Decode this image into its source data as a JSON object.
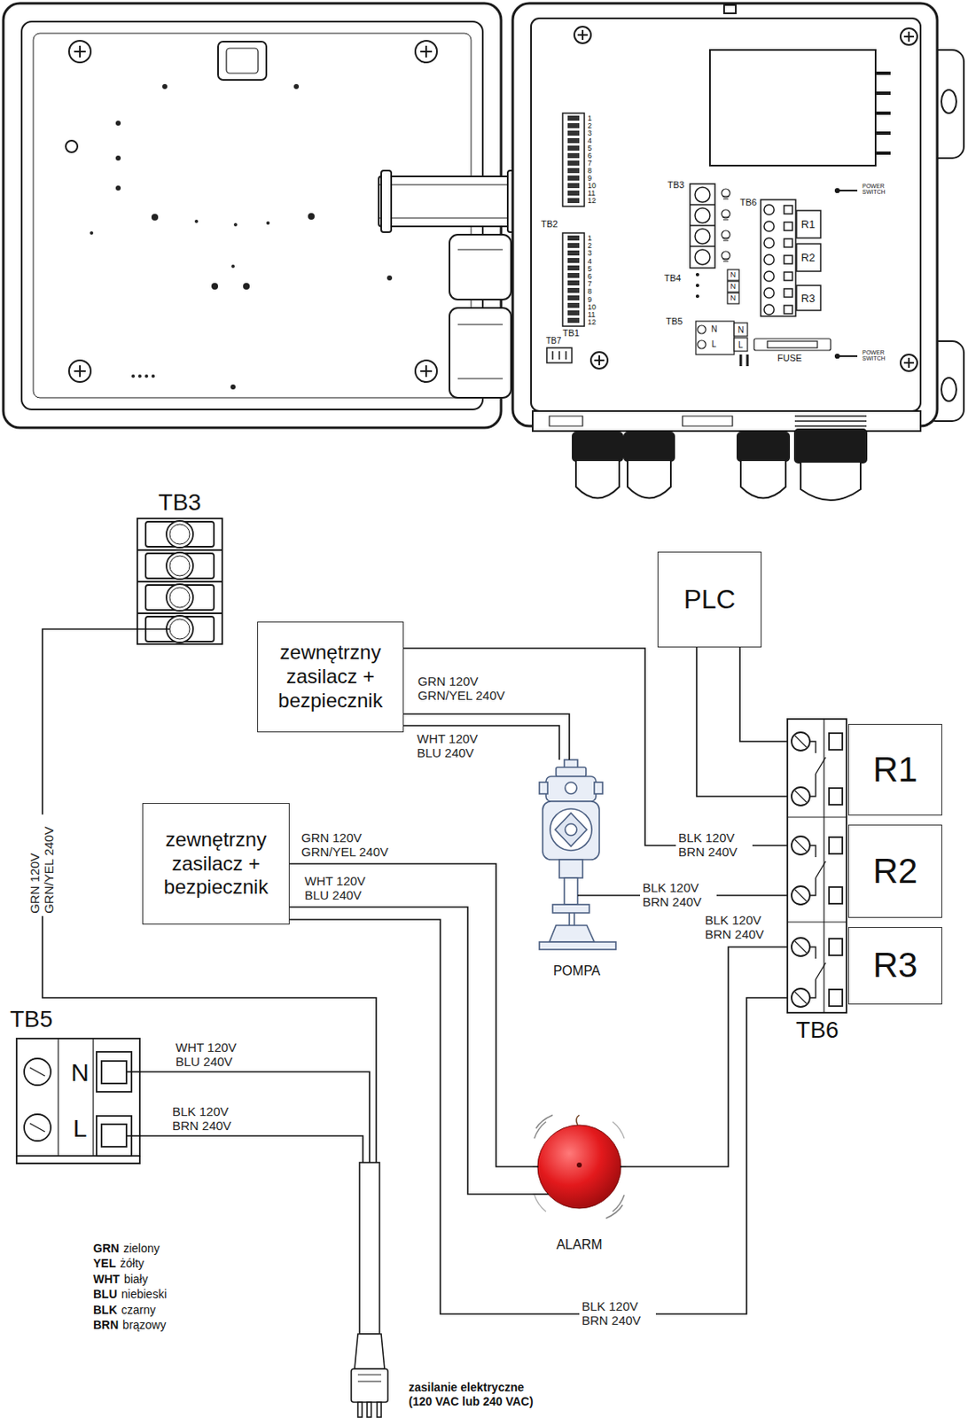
{
  "diagram": {
    "nodes": [
      {
        "text": [
          "TB3"
        ]
      },
      {
        "text": [
          "zewnętrzny zasilacz + bezpiecznik"
        ]
      },
      {
        "text": [
          "PLC"
        ]
      },
      {
        "text": [
          "zewnętrzny zasilacz + bezpiecznik"
        ]
      },
      {
        "text": [
          "POMPA"
        ]
      },
      {
        "text": [
          "TB6"
        ]
      },
      {
        "text": [
          "R1"
        ]
      },
      {
        "text": [
          "R2"
        ]
      },
      {
        "text": [
          "R3"
        ]
      },
      {
        "text": [
          "TB5",
          "N",
          "L"
        ]
      },
      {
        "text": [
          "ALARM"
        ]
      },
      {
        "text": [
          "zasilanie elektryczne (120 VAC lub 240 VAC)"
        ]
      }
    ],
    "edges": [
      {
        "from": 0,
        "to": 11,
        "label": "GRN 120V GRN/YEL 240V",
        "arrow": "none"
      },
      {
        "from": 1,
        "to": 5,
        "label": "BLK 120V BRN 240V",
        "arrow": "none"
      },
      {
        "from": 1,
        "to": 4,
        "label": "GRN 120V GRN/YEL 240V",
        "arrow": "none"
      },
      {
        "from": 1,
        "to": 4,
        "label": "WHT 120V BLU 240V",
        "arrow": "none"
      },
      {
        "from": 2,
        "to": 5,
        "arrow": "none"
      },
      {
        "from": 2,
        "to": 5,
        "arrow": "none"
      },
      {
        "from": 4,
        "to": 5,
        "label": "BLK 120V BRN 240V",
        "arrow": "none"
      },
      {
        "from": 3,
        "to": 10,
        "label": "GRN 120V GRN/YEL 240V",
        "arrow": "none"
      },
      {
        "from": 3,
        "to": 10,
        "label": "WHT 120V BLU 240V",
        "arrow": "none"
      },
      {
        "from": 10,
        "to": 5,
        "label": "BLK 120V BRN 240V",
        "arrow": "none"
      },
      {
        "from": 3,
        "to": 5,
        "label": "BLK 120V BRN 240V",
        "arrow": "none"
      },
      {
        "from": 9,
        "to": 11,
        "label": "WHT 120V BLU 240V",
        "arrow": "none"
      },
      {
        "from": 9,
        "to": 11,
        "label": "BLK 120V BRN 240V",
        "arrow": "none"
      }
    ],
    "labels": [
      "1",
      "2",
      "3",
      "4",
      "5",
      "6",
      "7",
      "8",
      "9",
      "10",
      "11",
      "12",
      "TB2",
      "1",
      "2",
      "3",
      "4",
      "5",
      "6",
      "7",
      "8",
      "9",
      "10",
      "11",
      "12",
      "TB1",
      "TB7",
      "TB3",
      "TB6",
      "R1",
      "R2",
      "R3",
      "TB4",
      "N",
      "N",
      "N",
      "TB5",
      "N",
      "L",
      "N",
      "L",
      "FUSE",
      "POWER SWITCH",
      "POWER SWITCH",
      "GRN",
      "zielony",
      "YEL",
      "żółty",
      "WHT",
      "biały",
      "BLU",
      "niebieski",
      "BLK",
      "czarny",
      "BRN",
      "brązowy"
    ]
  }
}
